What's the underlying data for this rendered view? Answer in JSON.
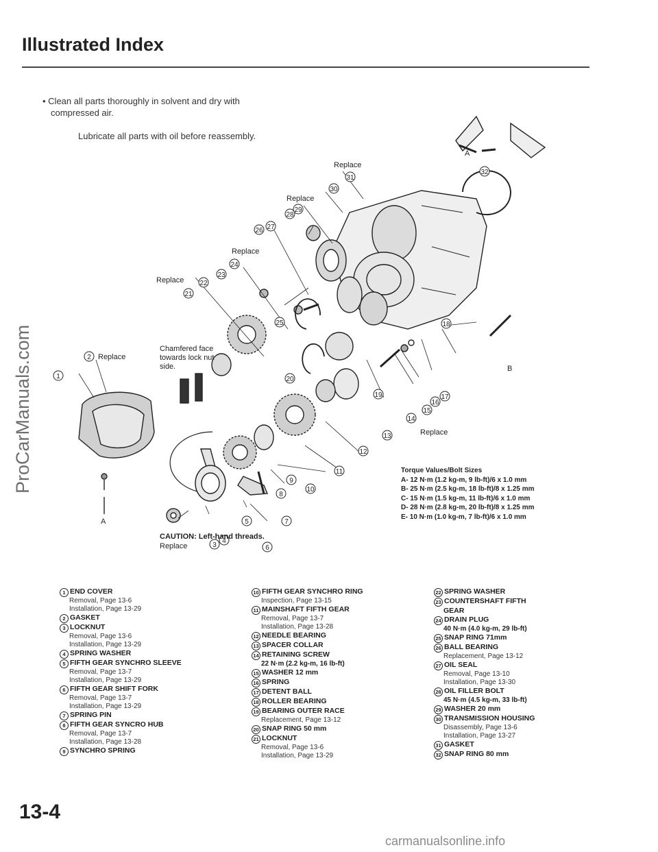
{
  "watermark_side": "ProCarManuals.com",
  "watermark_footer": "carmanualsonline.info",
  "title": "Illustrated Index",
  "note1": "• Clean all parts thoroughly in solvent and dry with",
  "note1b": "compressed air.",
  "note2": "Lubricate all parts with oil before reassembly.",
  "diagram": {
    "replace": "Replace",
    "chamfer_1": "Chamfered face",
    "chamfer_2": "towards lock nut",
    "chamfer_3": "side.",
    "letter_a": "A",
    "letter_b": "B",
    "arrow_a": "A"
  },
  "torque": {
    "heading": "Torque Values/Bolt Sizes",
    "rows": [
      "A- 12 N·m (1.2 kg-m, 9 lb-ft)/6 x 1.0 mm",
      "B- 25 N·m (2.5 kg-m, 18 lb-ft)/8 x 1.25 mm",
      "C- 15 N·m (1.5 kg-m, 11 lb-ft)/6 x 1.0 mm",
      "D- 28 N·m (2.8 kg-m, 20 lb-ft)/8 x 1.25 mm",
      "E- 10 N·m (1.0 kg-m, 7 lb-ft)/6 x 1.0 mm"
    ]
  },
  "caution_label": "CAUTION: Left-hand threads.",
  "caution_sub": "Replace",
  "legend": {
    "col1": [
      {
        "n": "1",
        "name": "END COVER",
        "sub": [
          "Removal, Page 13-6",
          "Installation, Page 13-29"
        ]
      },
      {
        "n": "2",
        "name": "GASKET",
        "sub": []
      },
      {
        "n": "3",
        "name": "LOCKNUT",
        "sub": [
          "Removal, Page 13-6",
          "Installation, Page 13-29"
        ]
      },
      {
        "n": "4",
        "name": "SPRING WASHER",
        "sub": []
      },
      {
        "n": "5",
        "name": "FIFTH GEAR SYNCHRO SLEEVE",
        "sub": [
          "Removal, Page 13-7",
          "Installation, Page 13-29"
        ]
      },
      {
        "n": "6",
        "name": "FIFTH GEAR SHIFT FORK",
        "sub": [
          "Removal, Page 13-7",
          "Installation, Page 13-29"
        ]
      },
      {
        "n": "7",
        "name": "SPRING PIN",
        "sub": []
      },
      {
        "n": "8",
        "name": "FIFTH GEAR SYNCRO HUB",
        "sub": [
          "Removal, Page 13-7",
          "Installation, Page 13-28"
        ]
      },
      {
        "n": "9",
        "name": "SYNCHRO SPRING",
        "sub": []
      }
    ],
    "col2": [
      {
        "n": "10",
        "name": "FIFTH GEAR SYNCHRO RING",
        "sub": [
          "Inspection, Page 13-15"
        ]
      },
      {
        "n": "11",
        "name": "MAINSHAFT FIFTH GEAR",
        "sub": [
          "Removal, Page 13-7",
          "Installation, Page 13-28"
        ]
      },
      {
        "n": "12",
        "name": "NEEDLE BEARING",
        "sub": []
      },
      {
        "n": "13",
        "name": "SPACER COLLAR",
        "sub": []
      },
      {
        "n": "14",
        "name": "RETAINING SCREW",
        "sub": [],
        "subb": [
          "22 N·m (2.2 kg-m, 16 lb-ft)"
        ]
      },
      {
        "n": "15",
        "name": "WASHER 12 mm",
        "sub": []
      },
      {
        "n": "16",
        "name": "SPRING",
        "sub": []
      },
      {
        "n": "17",
        "name": "DETENT BALL",
        "sub": []
      },
      {
        "n": "18",
        "name": "ROLLER BEARING",
        "sub": []
      },
      {
        "n": "19",
        "name": "BEARING OUTER RACE",
        "sub": [
          "Replacement, Page 13-12"
        ]
      },
      {
        "n": "20",
        "name": "SNAP RING 50 mm",
        "sub": []
      },
      {
        "n": "21",
        "name": "LOCKNUT",
        "sub": [
          "Removal, Page 13-6",
          "Installation, Page 13-29"
        ]
      }
    ],
    "col3": [
      {
        "n": "22",
        "name": "SPRING WASHER",
        "sub": []
      },
      {
        "n": "23",
        "name": "COUNTERSHAFT FIFTH",
        "sub": [],
        "cont": "GEAR"
      },
      {
        "n": "24",
        "name": "DRAIN PLUG",
        "sub": [],
        "subb": [
          "40 N·m (4.0 kg-m, 29 lb-ft)"
        ]
      },
      {
        "n": "25",
        "name": "SNAP RING 71mm",
        "sub": []
      },
      {
        "n": "26",
        "name": "BALL BEARING",
        "sub": [
          "Replacement, Page 13-12"
        ]
      },
      {
        "n": "27",
        "name": "OIL SEAL",
        "sub": [
          "Removal, Page 13-10",
          "Installation, Page 13-30"
        ]
      },
      {
        "n": "28",
        "name": "OIL FILLER BOLT",
        "sub": [],
        "subb": [
          "45 N·m (4.5 kg-m, 33 lb-ft)"
        ]
      },
      {
        "n": "29",
        "name": "WASHER 20 mm",
        "sub": []
      },
      {
        "n": "30",
        "name": "TRANSMISSION HOUSING",
        "sub": [
          "Disassembly, Page 13-6",
          "Installation, Page 13-27"
        ]
      },
      {
        "n": "31",
        "name": "GASKET",
        "sub": []
      },
      {
        "n": "32",
        "name": "SNAP RING 80 mm",
        "sub": []
      }
    ]
  },
  "page_number": "13-4"
}
